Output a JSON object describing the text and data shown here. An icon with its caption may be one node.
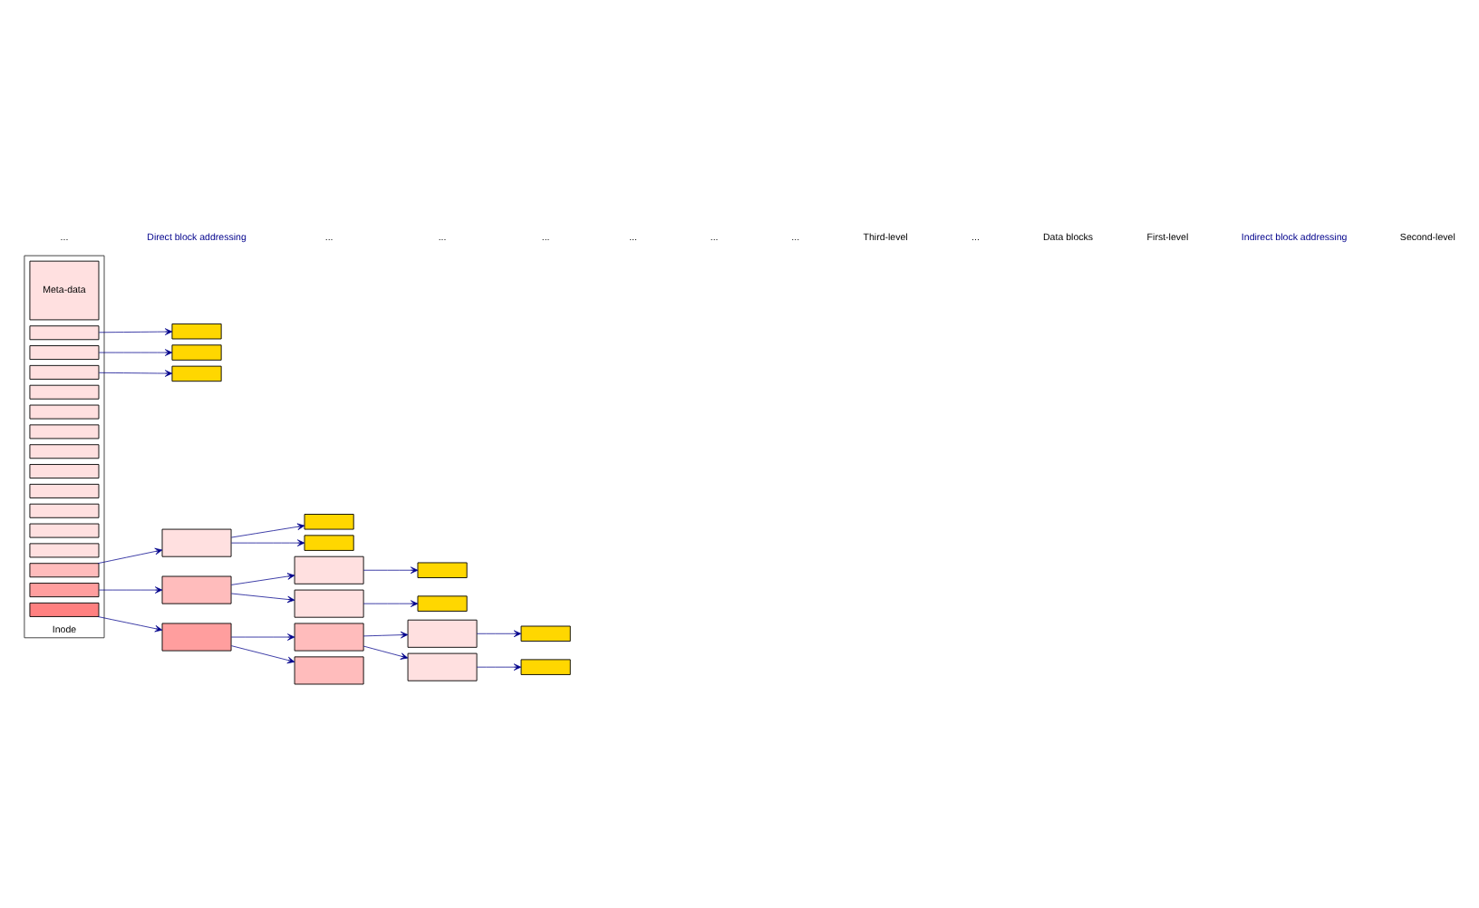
{
  "diagram": {
    "nodes": [
      {
        "text": [
          "Inode"
        ]
      },
      {
        "text": [
          "Meta-data"
        ],
        "in": 0
      },
      {
        "text": [],
        "shape": "box",
        "in": 0
      },
      {
        "text": [],
        "shape": "box",
        "in": 0
      },
      {
        "text": [],
        "shape": "box",
        "in": 0
      },
      {
        "text": [],
        "shape": "box",
        "in": 0
      },
      {
        "text": [],
        "shape": "box",
        "in": 0
      },
      {
        "text": [],
        "shape": "box",
        "in": 0
      },
      {
        "text": [],
        "shape": "box",
        "in": 0
      },
      {
        "text": [],
        "shape": "box",
        "in": 0
      },
      {
        "text": [],
        "shape": "box",
        "in": 0
      },
      {
        "text": [],
        "shape": "box",
        "in": 0
      },
      {
        "text": [],
        "shape": "box",
        "in": 0
      },
      {
        "text": [],
        "shape": "box",
        "in": 0
      },
      {
        "text": [],
        "shape": "box",
        "in": 0
      },
      {
        "text": [],
        "shape": "box",
        "in": 0
      },
      {
        "text": [],
        "shape": "box",
        "in": 0
      },
      {
        "text": [],
        "shape": "box"
      },
      {
        "text": [],
        "shape": "box"
      },
      {
        "text": [],
        "shape": "box"
      },
      {
        "text": [],
        "shape": "box"
      },
      {
        "text": [],
        "shape": "box"
      },
      {
        "text": [],
        "shape": "box"
      },
      {
        "text": [],
        "shape": "box"
      },
      {
        "text": [],
        "shape": "box"
      },
      {
        "text": [],
        "shape": "box"
      },
      {
        "text": [],
        "shape": "box"
      },
      {
        "text": [],
        "shape": "box"
      },
      {
        "text": [],
        "shape": "box"
      },
      {
        "text": [],
        "shape": "box"
      },
      {
        "text": [],
        "shape": "box"
      },
      {
        "text": [],
        "shape": "box"
      },
      {
        "text": [],
        "shape": "box"
      },
      {
        "text": [],
        "shape": "box"
      },
      {
        "text": [],
        "shape": "box"
      }
    ],
    "edges": [
      {
        "from": 2,
        "to": 26,
        "arrow": "to"
      },
      {
        "from": 3,
        "to": 27,
        "arrow": "to"
      },
      {
        "from": 4,
        "to": 28,
        "arrow": "to"
      },
      {
        "from": 14,
        "to": 21,
        "arrow": "to"
      },
      {
        "from": 15,
        "to": 18,
        "arrow": "to"
      },
      {
        "from": 16,
        "to": 17,
        "arrow": "to"
      },
      {
        "from": 17,
        "to": 19,
        "arrow": "to"
      },
      {
        "from": 17,
        "to": 20,
        "arrow": "to"
      },
      {
        "from": 18,
        "to": 22,
        "arrow": "to"
      },
      {
        "from": 18,
        "to": 23,
        "arrow": "to"
      },
      {
        "from": 19,
        "to": 24,
        "arrow": "to"
      },
      {
        "from": 19,
        "to": 25,
        "arrow": "to"
      },
      {
        "from": 21,
        "to": 29,
        "arrow": "to"
      },
      {
        "from": 21,
        "to": 30,
        "arrow": "to"
      },
      {
        "from": 22,
        "to": 31,
        "arrow": "to"
      },
      {
        "from": 23,
        "to": 32,
        "arrow": "to"
      },
      {
        "from": 24,
        "to": 33,
        "arrow": "to"
      },
      {
        "from": 25,
        "to": 34,
        "arrow": "to"
      }
    ],
    "labels": [
      "...",
      "Direct block addressing",
      "...",
      "...",
      "...",
      "...",
      "...",
      "...",
      "Third-level",
      "...",
      "Data blocks",
      "First-level",
      "Indirect block addressing",
      "Second-level"
    ]
  }
}
